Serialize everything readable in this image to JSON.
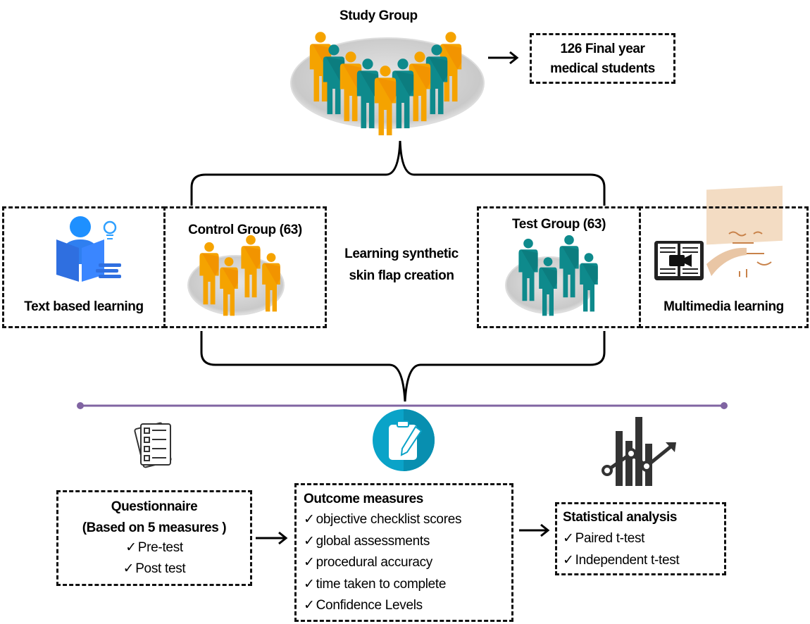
{
  "study_group": {
    "title": "Study Group",
    "description_line1": "126 Final year",
    "description_line2": "medical students"
  },
  "center_label": {
    "line1": "Learning synthetic",
    "line2": "skin flap creation"
  },
  "control": {
    "title": "Control Group (63)",
    "method": "Text based learning"
  },
  "test": {
    "title": "Test Group (63)",
    "method": "Multimedia learning"
  },
  "questionnaire": {
    "title": "Questionnaire",
    "subtitle": "(Based on 5 measures )",
    "items": [
      "Pre-test",
      "Post test"
    ]
  },
  "outcome": {
    "title": "Outcome measures",
    "items": [
      "objective checklist scores",
      "global assessments",
      "procedural accuracy",
      "time taken to complete",
      "Confidence Levels"
    ]
  },
  "stats": {
    "title": "Statistical analysis",
    "items": [
      "Paired t-test",
      "Independent t-test"
    ]
  },
  "check_mark": "✓",
  "colors": {
    "orange": "#f5a300",
    "teal": "#0e8a8c",
    "purple": "#8064a2",
    "cyan": "#0aa3c8",
    "dark": "#333333"
  }
}
